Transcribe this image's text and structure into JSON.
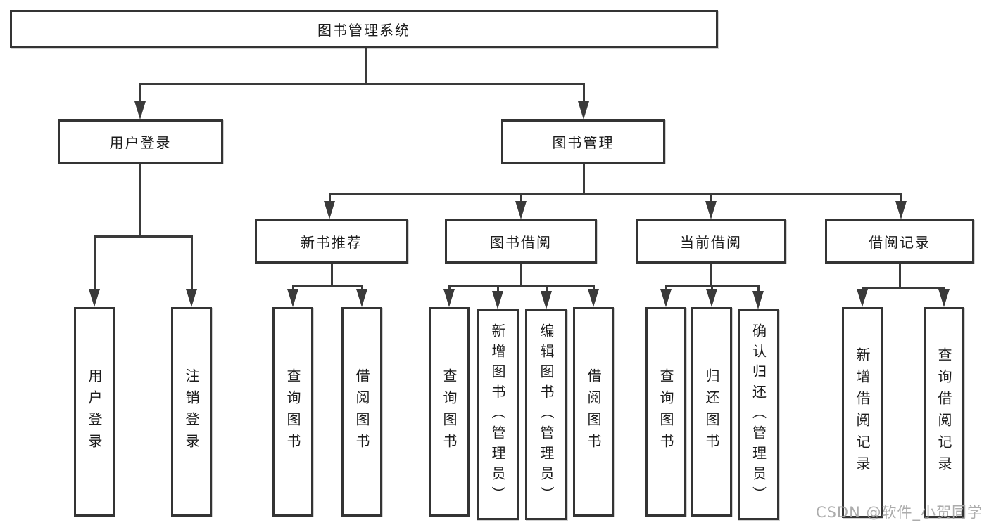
{
  "diagram": {
    "title": "图书管理系统",
    "type": "hierarchy-tree",
    "colors": {
      "background": "#ffffff",
      "box_border": "#343434",
      "line": "#3a3a3a",
      "text": "#1c1c1c",
      "watermark": "#a8a8a8"
    }
  },
  "tree": {
    "root": {
      "label": "图书管理系统"
    },
    "level2": [
      {
        "id": "user-login",
        "label": "用户登录"
      },
      {
        "id": "book-management",
        "label": "图书管理"
      }
    ],
    "level3": [
      {
        "id": "new-book-recommend",
        "label": "新书推荐"
      },
      {
        "id": "book-borrow",
        "label": "图书借阅"
      },
      {
        "id": "current-borrow",
        "label": "当前借阅"
      },
      {
        "id": "borrow-records",
        "label": "借阅记录"
      }
    ],
    "leaves": {
      "user_login": [
        {
          "label": "用户登录"
        },
        {
          "label": "注销登录"
        }
      ],
      "new_book": [
        {
          "label": "查询图书"
        },
        {
          "label": "借阅图书"
        }
      ],
      "book_borrow": [
        {
          "label": "查询图书"
        },
        {
          "label": "新增图书（管理员）"
        },
        {
          "label": "编辑图书（管理员）"
        },
        {
          "label": "借阅图书"
        }
      ],
      "current_borrow": [
        {
          "label": "查询图书"
        },
        {
          "label": "归还图书"
        },
        {
          "label": "确认归还（管理员）"
        }
      ],
      "borrow_records": [
        {
          "label": "新增借阅记录"
        },
        {
          "label": "查询借阅记录"
        }
      ]
    }
  },
  "watermark": {
    "text": "CSDN @软件_小贺同学"
  }
}
